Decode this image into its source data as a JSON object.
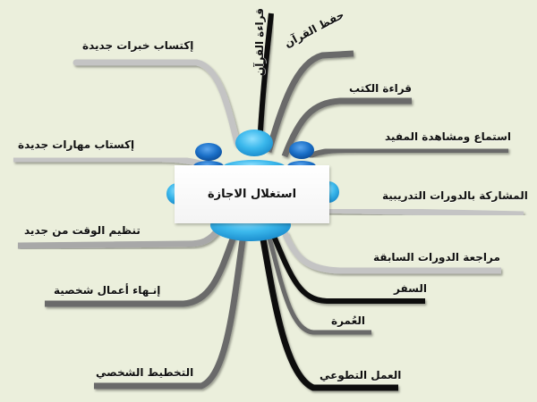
{
  "diagram": {
    "type": "mind-map",
    "central_topic": "استغلال الاجازة",
    "colors": {
      "background": "#ebefdc",
      "figure_light_blue": "#3bb8ec",
      "figure_dark_blue": "#1a6fc7",
      "branch_black": "#0a0a0a",
      "branch_dark_gray": "#6b6b6b",
      "branch_light_gray": "#c4c4c4"
    },
    "branches": {
      "top_vertical": {
        "label": "قراءة القرآن",
        "color": "#0a0a0a"
      },
      "right": [
        {
          "label": "حفظ القرآن",
          "color": "#6b6b6b"
        },
        {
          "label": "قراءة الكتب",
          "color": "#6b6b6b"
        },
        {
          "label": "استماع ومشاهدة المفيد",
          "color": "#6b6b6b"
        },
        {
          "label": "المشاركة بالدورات التدريبية",
          "color": "#c4c4c4"
        },
        {
          "label": "مراجعة الدورات السابقة",
          "color": "#c4c4c4"
        },
        {
          "label": "السفر",
          "color": "#0a0a0a"
        },
        {
          "label": "العُمرة",
          "color": "#6b6b6b"
        },
        {
          "label": "العمل التطوعي",
          "color": "#0a0a0a"
        }
      ],
      "left": [
        {
          "label": "إكتساب خبرات جديدة",
          "color": "#c4c4c4"
        },
        {
          "label": "إكستاب مهارات جديدة",
          "color": "#c4c4c4"
        },
        {
          "label": "تنظيم الوقت من جديد",
          "color": "#a8a8a8"
        },
        {
          "label": "إنـهاء أعمال شخصية",
          "color": "#6b6b6b"
        },
        {
          "label": "التخطيط الشخصي",
          "color": "#6b6b6b"
        }
      ]
    }
  }
}
